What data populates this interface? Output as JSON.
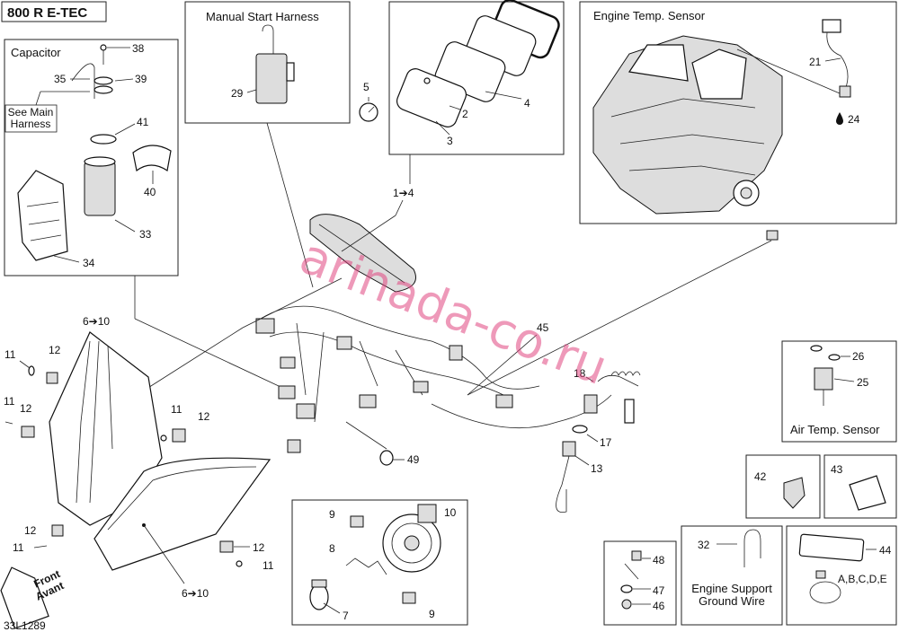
{
  "title": "800 R E-TEC",
  "diagram_id": "33L1289",
  "watermark": "arinada-co.ru",
  "sections": {
    "capacitor": "Capacitor",
    "see_main_harness_line1": "See Main",
    "see_main_harness_line2": "Harness",
    "manual_start_harness": "Manual Start Harness",
    "engine_temp_sensor": "Engine Temp. Sensor",
    "air_temp_sensor": "Air Temp. Sensor",
    "engine_support_line1": "Engine Support",
    "engine_support_line2": "Ground Wire",
    "front_line1": "Front",
    "front_line2": "Avant"
  },
  "callouts": {
    "c38": "38",
    "c39": "39",
    "c35": "35",
    "c41": "41",
    "c40": "40",
    "c33": "33",
    "c34": "34",
    "c29": "29",
    "c5": "5",
    "c2": "2",
    "c3": "3",
    "c4": "4",
    "c1to4": "1➔4",
    "c21": "21",
    "c24": "24",
    "c6to10a": "6➔10",
    "c11a": "11",
    "c12a": "12",
    "c11b": "11",
    "c12b": "12",
    "c11c": "11",
    "c12c": "12",
    "c12d": "12",
    "c11d": "11",
    "c12e": "12",
    "c11e": "11",
    "c6to10b": "6➔10",
    "c45": "45",
    "c49": "49",
    "c18": "18",
    "c17": "17",
    "c13": "13",
    "c26": "26",
    "c25": "25",
    "c42": "42",
    "c43": "43",
    "c9a": "9",
    "c10": "10",
    "c8": "8",
    "c7": "7",
    "c9b": "9",
    "c32": "32",
    "c48": "48",
    "c47": "47",
    "c46": "46",
    "c44": "44",
    "abcde": "A,B,C,D,E"
  },
  "icons": [
    "drop-icon",
    "arrow-icon",
    "front-arrow-icon"
  ]
}
